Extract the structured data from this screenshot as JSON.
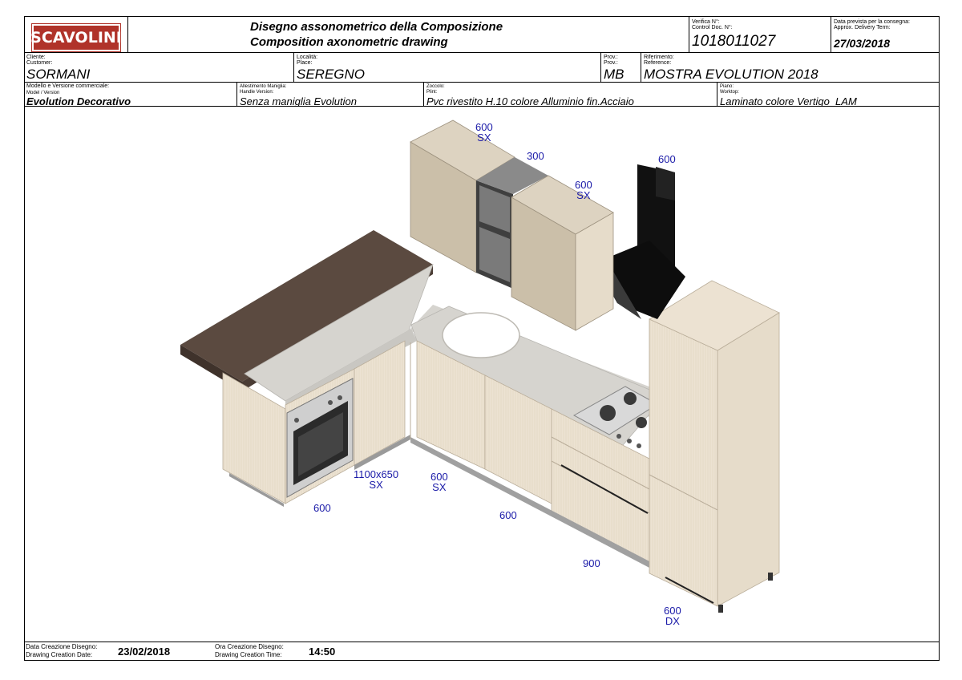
{
  "header": {
    "logo_text": "SCAVOLINI",
    "title_it": "Disegno assonometrico della Composizione",
    "title_en": "Composition axonometric drawing",
    "check_label_it": "Verifica N°:",
    "check_label_en": "Control Doc. N°:",
    "check_value": "1018011027",
    "delivery_label_it": "Data prevista per la consegna:",
    "delivery_label_en": "Approx. Delivery Term:",
    "delivery_value": "27/03/2018"
  },
  "row2": {
    "client_label_it": "Cliente:",
    "client_label_en": "Customer:",
    "client_value": "SORMANI",
    "place_label_it": "Località:",
    "place_label_en": "Place:",
    "place_value": "SEREGNO",
    "prov_label_it": "Prov.:",
    "prov_label_en": "Prov.:",
    "prov_value": "MB",
    "ref_label_it": "Riferimento:",
    "ref_label_en": "Reference:",
    "ref_value": "MOSTRA EVOLUTION 2018"
  },
  "row3": {
    "model_label_it": "Modello e Versione commerciale:",
    "model_label_en": "Model / Version",
    "model_value": "Evolution Decorativo",
    "handle_label_it": "Allestimento Maniglia:",
    "handle_label_en": "Handle Version:",
    "handle_value": "Senza maniglia Evolution",
    "plinth_label_it": "Zoccolo:",
    "plinth_label_en": "Plint:",
    "plinth_value": "Pvc rivestito H.10 colore Alluminio fin.Acciaio",
    "worktop_label_it": "Piano:",
    "worktop_label_en": "Worktop:",
    "worktop_value": "Laminato colore Vertigo_LAM"
  },
  "footer": {
    "date_label_it": "Data Creazione Disegno:",
    "date_label_en": "Drawing Creation Date:",
    "date_value": "23/02/2018",
    "time_label_it": "Ora Creazione Disegno:",
    "time_label_en": "Drawing Creation Time:",
    "time_value": "14:50"
  },
  "dimensions": {
    "wall_left_w": "600",
    "wall_left_side": "SX",
    "wall_mid_w": "300",
    "wall_right_w": "600",
    "wall_right_side": "SX",
    "hood_w": "600",
    "base_oven_w": "600",
    "base_corner_w": "1100x650",
    "base_corner_side": "SX",
    "base_sink_w": "600",
    "base_sink_side": "SX",
    "base_mid_w": "600",
    "base_hob_w": "900",
    "tall_w": "600",
    "tall_side": "DX"
  },
  "colors": {
    "logo_red": "#b0332a",
    "dimension_blue": "#1a1aa8",
    "cabinet_light": "#ece2d2",
    "cabinet_tan": "#cbbfa9",
    "worktop_grey": "#d6d4cf",
    "bar_top_brown": "#5b4a40"
  }
}
